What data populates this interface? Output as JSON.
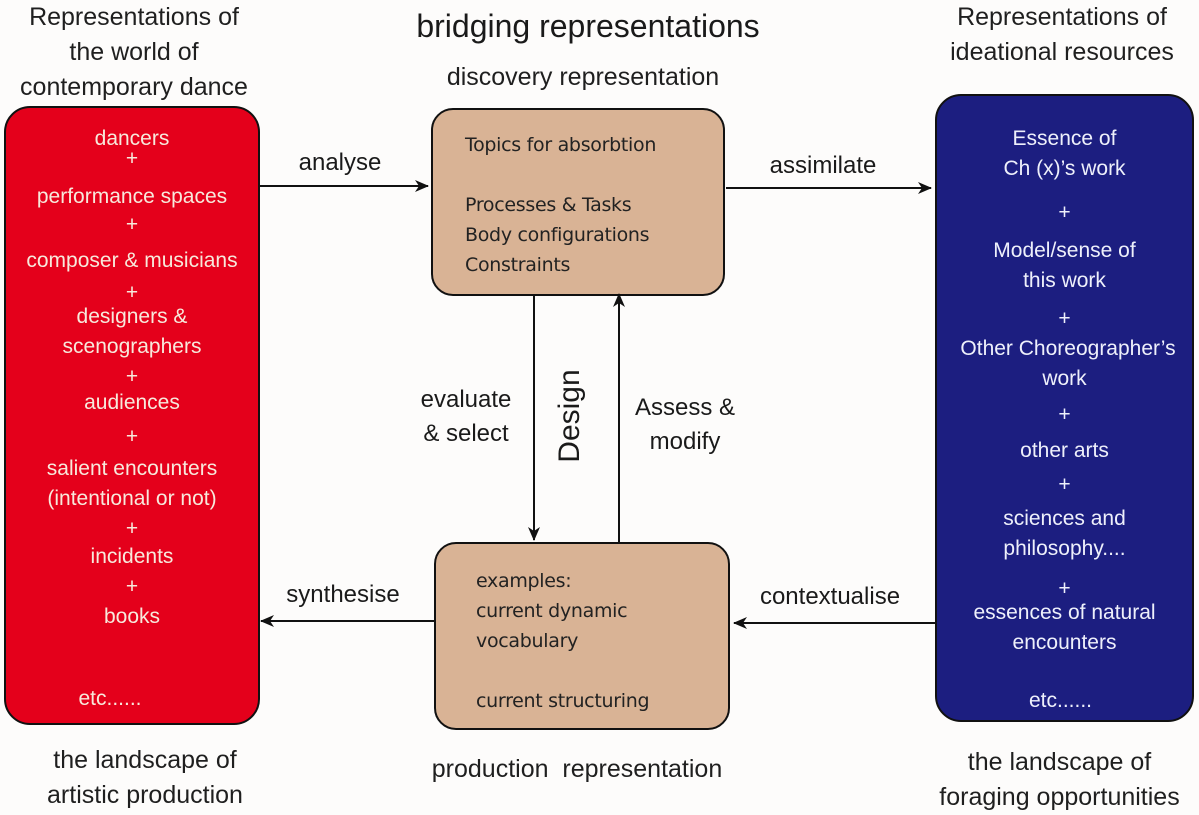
{
  "title": "bridging representations",
  "left_panel": {
    "heading": [
      "Representations of",
      "the world of",
      "contemporary dance"
    ],
    "items": [
      "dancers",
      "+",
      "performance spaces",
      "+",
      "composer & musicians",
      "+",
      "designers &",
      "scenographers",
      "+",
      "audiences",
      "+",
      "salient encounters",
      "(intentional or not)",
      "+",
      "incidents",
      "+",
      "books",
      "etc......"
    ],
    "footer": [
      "the landscape of",
      "artistic production"
    ],
    "color": "#e4001b"
  },
  "right_panel": {
    "heading": [
      "Representations of",
      "ideational resources"
    ],
    "items": [
      "Essence of",
      "Ch (x)’s work",
      "+",
      "Model/sense of",
      "this work",
      "+",
      "Other Choreographer’s",
      "work",
      "+",
      "other arts",
      "+",
      "sciences and",
      "philosophy....",
      "+",
      "essences of natural",
      "encounters",
      "etc......"
    ],
    "footer": [
      "the landscape of",
      "foraging opportunities"
    ],
    "color": "#1c1e80"
  },
  "discovery": {
    "heading": "discovery representation",
    "lines": [
      "Topics for absorbtion",
      "Processes & Tasks",
      "Body configurations",
      "Constraints"
    ],
    "color": "#d9b395"
  },
  "production": {
    "heading": "production  representation",
    "lines": [
      "examples:",
      "current dynamic",
      "vocabulary",
      "current structuring"
    ]
  },
  "arrows": {
    "analyse": "analyse",
    "assimilate": "assimilate",
    "synthesise": "synthesise",
    "contextualise": "contextualise",
    "evaluate": [
      "evaluate",
      "& select"
    ],
    "assess": [
      "Assess &",
      "modify"
    ],
    "design": "Design"
  }
}
